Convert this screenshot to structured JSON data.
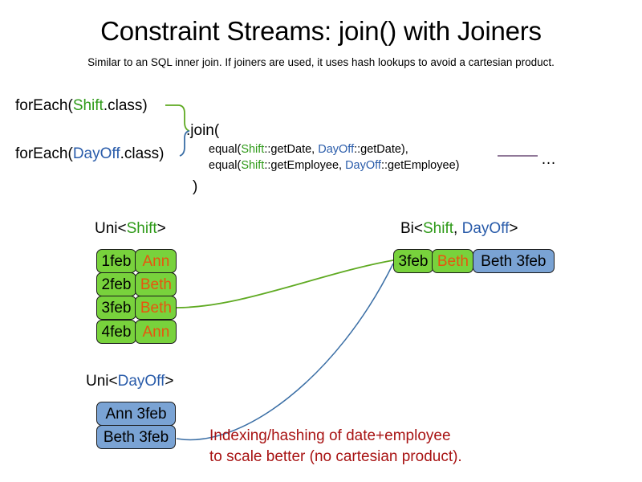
{
  "header": {
    "title": "Constraint Streams: join() with Joiners",
    "subtitle": "Similar to an SQL inner join. If joiners are used, it uses hash lookups to avoid a cartesian product."
  },
  "code": {
    "foreach_shift": {
      "prefix": "forEach(",
      "type": "Shift",
      "suffix": ".class)"
    },
    "foreach_dayoff": {
      "prefix": "forEach(",
      "type": "DayOff",
      "suffix": ".class)"
    },
    "join_open": ".join(",
    "join_close": ")",
    "joiners": [
      {
        "prefix": "equal(",
        "left_type": "Shift",
        "left_method": "::getDate, ",
        "right_type": "DayOff",
        "right_method": "::getDate),"
      },
      {
        "prefix": "equal(",
        "left_type": "Shift",
        "left_method": "::getEmployee, ",
        "right_type": "DayOff",
        "right_method": "::getEmployee)"
      }
    ],
    "ellipsis": "…"
  },
  "streams": {
    "uni_shift": {
      "header": {
        "prefix": "Uni<",
        "type": "Shift",
        "suffix": ">"
      },
      "rows": [
        {
          "date": "1feb",
          "employee": "Ann"
        },
        {
          "date": "2feb",
          "employee": "Beth"
        },
        {
          "date": "3feb",
          "employee": "Beth"
        },
        {
          "date": "4feb",
          "employee": "Ann"
        }
      ]
    },
    "uni_dayoff": {
      "header": {
        "prefix": "Uni<",
        "type": "DayOff",
        "suffix": ">"
      },
      "rows": [
        {
          "pair": "Ann 3feb"
        },
        {
          "pair": "Beth 3feb"
        }
      ]
    },
    "bi": {
      "header": {
        "prefix": "Bi<",
        "type_a": "Shift",
        "separator": ", ",
        "type_b": "DayOff",
        "suffix": ">"
      },
      "row": {
        "date": "3feb",
        "employee": "Beth",
        "pair": "Beth 3feb"
      }
    }
  },
  "annotation": {
    "line1": "Indexing/hashing of date+employee",
    "line2": "to scale better (no cartesian product)."
  },
  "colors": {
    "shift_green": "#2e9a18",
    "dayoff_blue": "#2a5caa",
    "box_green": "#78d23c",
    "box_blue": "#7aa3d4",
    "employee_orange": "#e8540f",
    "annotation_red": "#a81313",
    "connector_green": "#5faa22",
    "connector_blue": "#3a6ea5",
    "ellipsis_line": "#6b4c77"
  }
}
